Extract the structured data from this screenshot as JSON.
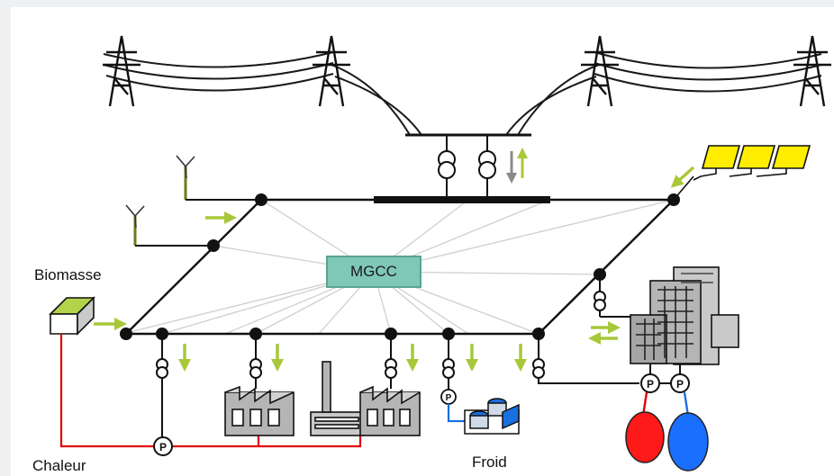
{
  "labels": {
    "biomass": "Biomasse",
    "heat": "Chaleur",
    "cold": "Froid",
    "controller": "MGCC"
  },
  "colors": {
    "grid_line": "#000000",
    "control_link": "#c8c8c8",
    "power_arrow": "#a8c83a",
    "heat_pipe": "#e00000",
    "cold_pipe": "#1a6fe0",
    "hot_tank": "#ff1a1a",
    "cold_tank": "#1a6fff",
    "solar_panel": "#ffee00",
    "controller_fill": "#7fc7b6",
    "building_gray": "#b5b5b5"
  },
  "icons": [
    "transmission-tower-icon",
    "transformer-icon",
    "wind-turbine-icon",
    "solar-panel-icon",
    "biomass-boiler-icon",
    "factory-icon",
    "office-building-icon",
    "pump-icon",
    "storage-tank-icon",
    "chiller-icon"
  ]
}
